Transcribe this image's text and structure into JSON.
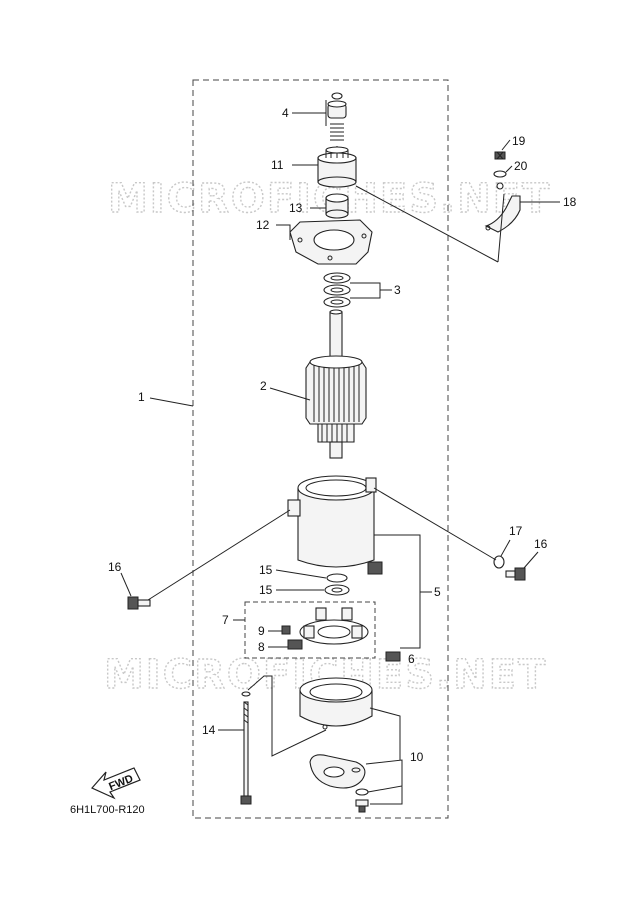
{
  "diagram": {
    "watermark": "MICROFICHES.NET",
    "part_code": "6H1L700-R120",
    "fwd_label": "FWD",
    "callouts": {
      "c1": "1",
      "c2": "2",
      "c3": "3",
      "c4": "4",
      "c5": "5",
      "c6": "6",
      "c7": "7",
      "c8": "8",
      "c9": "9",
      "c10": "10",
      "c11": "11",
      "c12": "12",
      "c13": "13",
      "c14": "14",
      "c15a": "15",
      "c15b": "15",
      "c16a": "16",
      "c16b": "16",
      "c17": "17",
      "c18": "18",
      "c19": "19",
      "c20": "20"
    }
  }
}
